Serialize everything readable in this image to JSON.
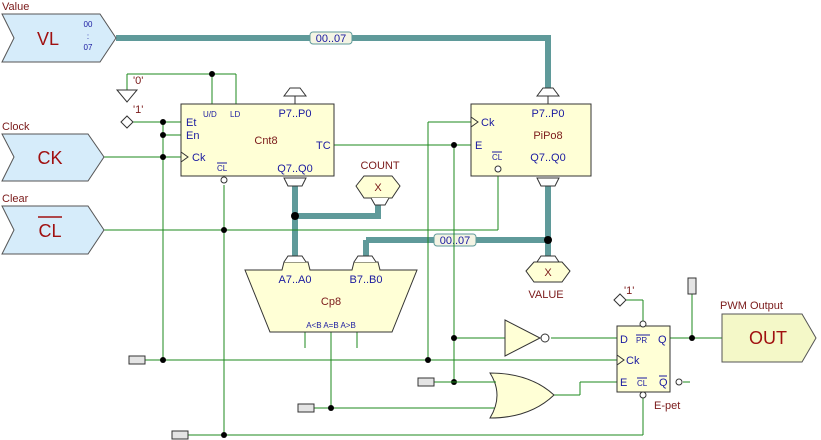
{
  "inputs": {
    "value": {
      "caption": "Value",
      "name": "VL",
      "pin_top": "00",
      "pin_mid": ":",
      "pin_bot": "07"
    },
    "clock": {
      "caption": "Clock",
      "name": "CK"
    },
    "clear": {
      "caption": "Clear",
      "name": "CL"
    }
  },
  "output": {
    "caption": "PWM Output",
    "name": "OUT"
  },
  "constants": {
    "zero": "'0'",
    "one": "'1'"
  },
  "buses": {
    "top": "00..07",
    "mid": "00..07"
  },
  "cnt8": {
    "name": "Cnt8",
    "et": "Et",
    "en": "En",
    "ck": "Ck",
    "cl": "CL",
    "ud": "U/D",
    "ld": "LD",
    "p": "P7..P0",
    "q": "Q7..Q0",
    "tc": "TC"
  },
  "pipo8": {
    "name": "PiPo8",
    "ck": "Ck",
    "e": "E",
    "cl": "CL",
    "p": "P7..P0",
    "q": "Q7..Q0"
  },
  "cp8": {
    "name": "Cp8",
    "a": "A7..A0",
    "b": "B7..B0",
    "outs": "A<B A=B A>B"
  },
  "probes": {
    "count": {
      "label": "COUNT",
      "symbol": "X"
    },
    "value": {
      "label": "VALUE",
      "symbol": "X"
    }
  },
  "epet": {
    "name": "E-pet",
    "d": "D",
    "pr": "PR",
    "q": "Q",
    "ck": "Ck",
    "e": "E",
    "cl": "CL",
    "qn": "Q"
  }
}
